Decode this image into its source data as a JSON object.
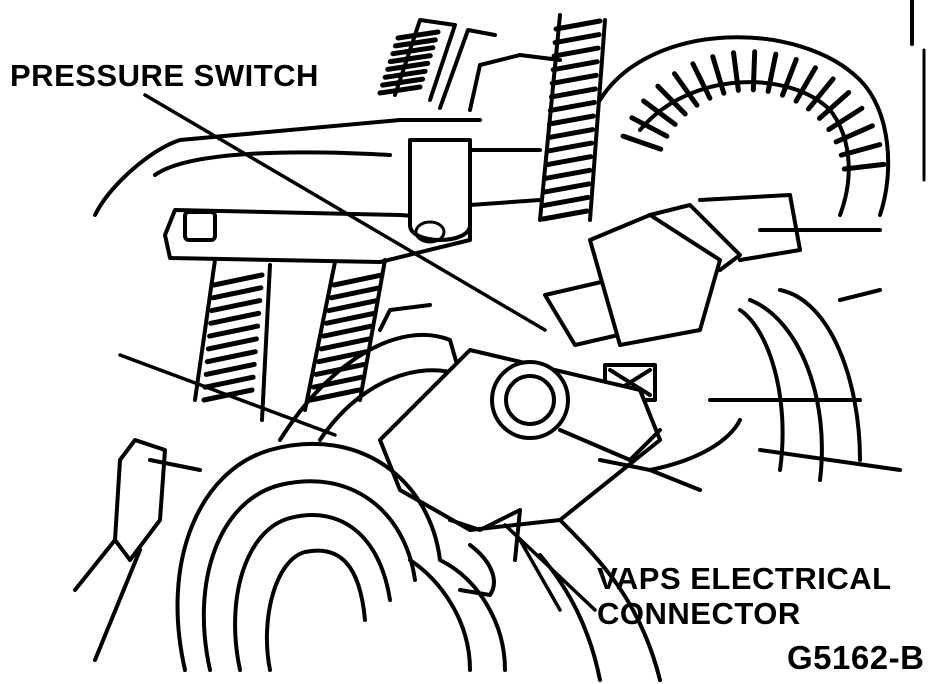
{
  "labels": {
    "pressure_switch": "PRESSURE SWITCH",
    "vaps_line1": "VAPS ELECTRICAL",
    "vaps_line2": "CONNECTOR",
    "figure_id": "G5162-B"
  }
}
